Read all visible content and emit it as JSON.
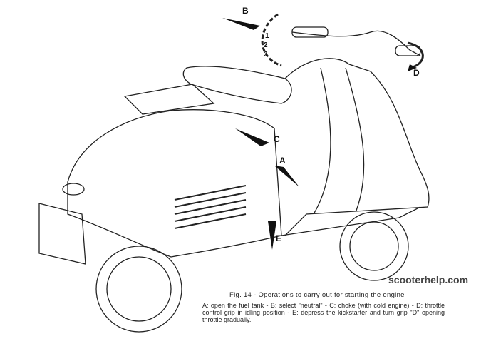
{
  "labels": {
    "a": "A",
    "b": "B",
    "c": "C",
    "d": "D",
    "e": "E",
    "gears": [
      "1",
      "2",
      "3"
    ]
  },
  "caption": {
    "title": "Fig. 14 - Operations to carry out for starting the engine",
    "body": "A: open the fuel tank - B: select \"neutral\" - C: choke (with cold engine) - D: throttle control grip in idling position - E: depress the kickstarter and turn grip \"D\" opening throttle gradually."
  },
  "watermark": "scooterhelp.com"
}
